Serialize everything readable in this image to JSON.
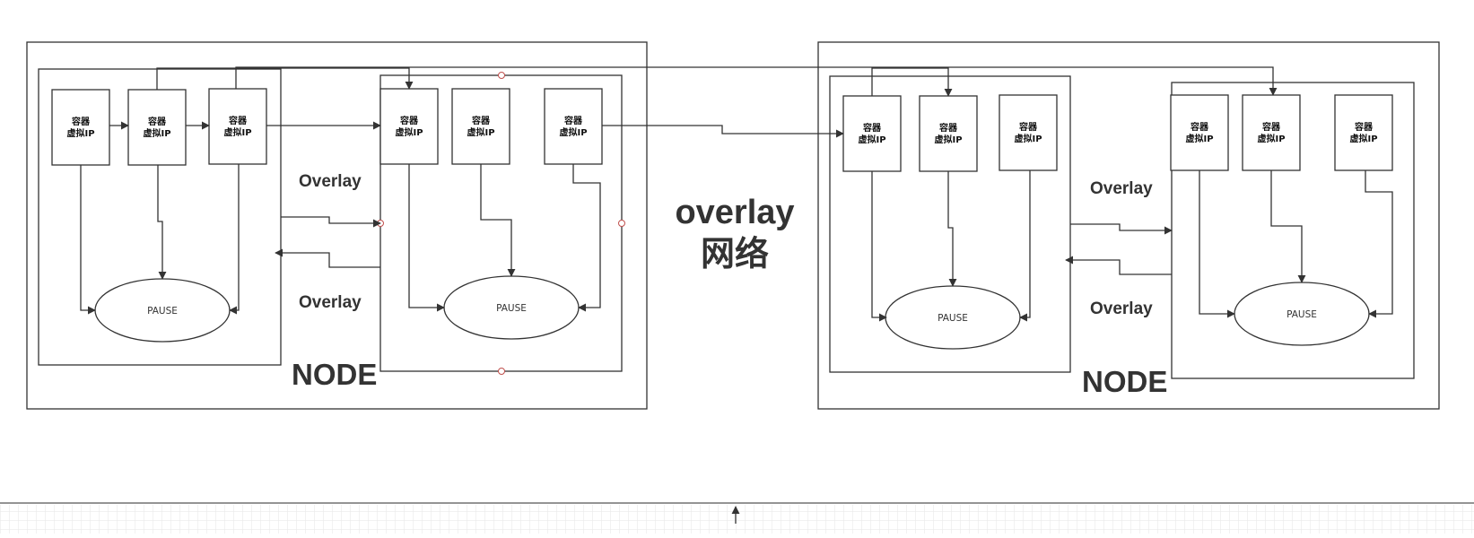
{
  "diagram": {
    "center_title_line1": "overlay",
    "center_title_line2": "网络",
    "node_label": "NODE",
    "overlay_label": "Overlay",
    "container_line1": "容器",
    "container_line2": "虚拟IP",
    "pause_label": "PAUSE"
  },
  "colors": {
    "stroke": "#333333",
    "background": "#ffffff",
    "grid": "#e2e2e2",
    "handle": "#c0504d"
  }
}
